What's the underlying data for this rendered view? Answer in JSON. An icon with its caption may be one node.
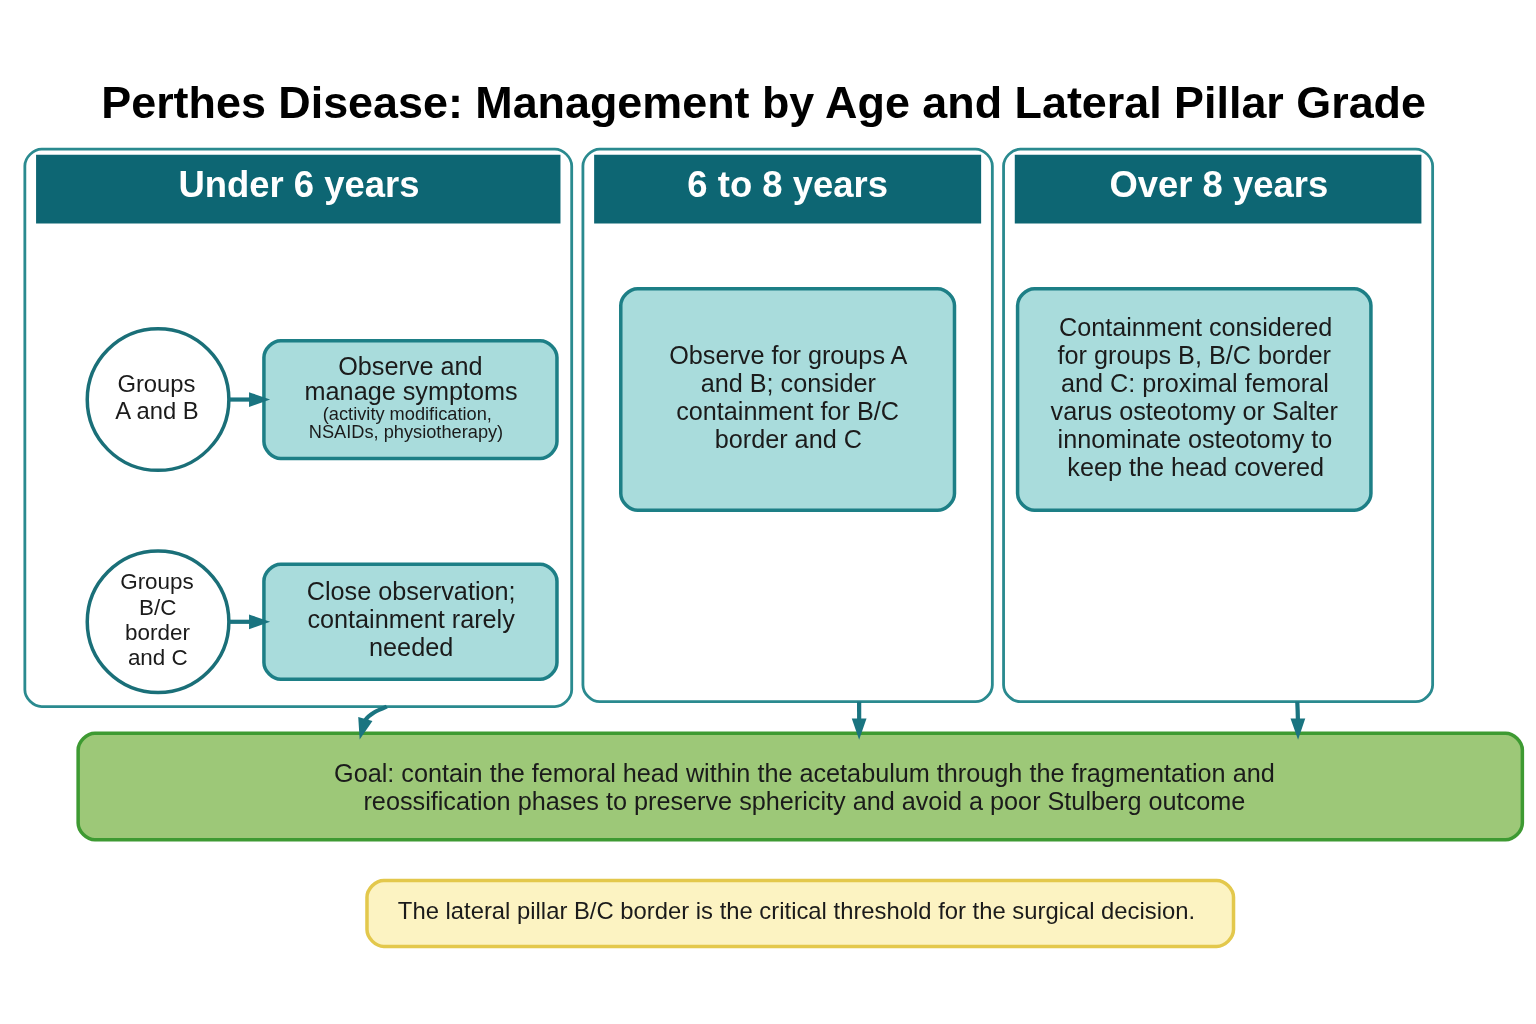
{
  "diagram": {
    "title": "Perthes Disease: Management by Age and Lateral Pillar Grade",
    "nodes": [
      {
        "text": [
          "Under 6 years"
        ]
      },
      {
        "text": [
          "Groups A and B"
        ],
        "in": 0
      },
      {
        "text": [
          "Observe and manage symptoms",
          "(activity modification, NSAIDs, physiotherapy)"
        ],
        "in": 0
      },
      {
        "text": [
          "Groups B/C border and C"
        ],
        "in": 0
      },
      {
        "text": [
          "Close observation; containment rarely needed"
        ],
        "in": 0
      },
      {
        "text": [
          "6 to 8 years"
        ]
      },
      {
        "text": [
          "Observe for groups A and B; consider containment for B/C border and C"
        ],
        "in": 5
      },
      {
        "text": [
          "Over 8 years"
        ]
      },
      {
        "text": [
          "Containment considered for groups B, B/C border and C: proximal femoral varus osteotomy or Salter innominate osteotomy to keep the head covered"
        ],
        "in": 7
      },
      {
        "text": [
          "Goal: contain the femoral head within the acetabulum through the fragmentation and reossification phases to preserve sphericity and avoid a poor Stulberg outcome"
        ]
      },
      {
        "text": [
          "The lateral pillar B/C border is the critical threshold for the surgical decision."
        ]
      }
    ],
    "edges": [
      {
        "from": 1,
        "to": 2,
        "arrow": "to"
      },
      {
        "from": 3,
        "to": 4,
        "arrow": "to"
      },
      {
        "from": 0,
        "to": 9,
        "arrow": "to"
      },
      {
        "from": 5,
        "to": 9,
        "arrow": "to"
      },
      {
        "from": 7,
        "to": 9,
        "arrow": "to"
      }
    ]
  }
}
